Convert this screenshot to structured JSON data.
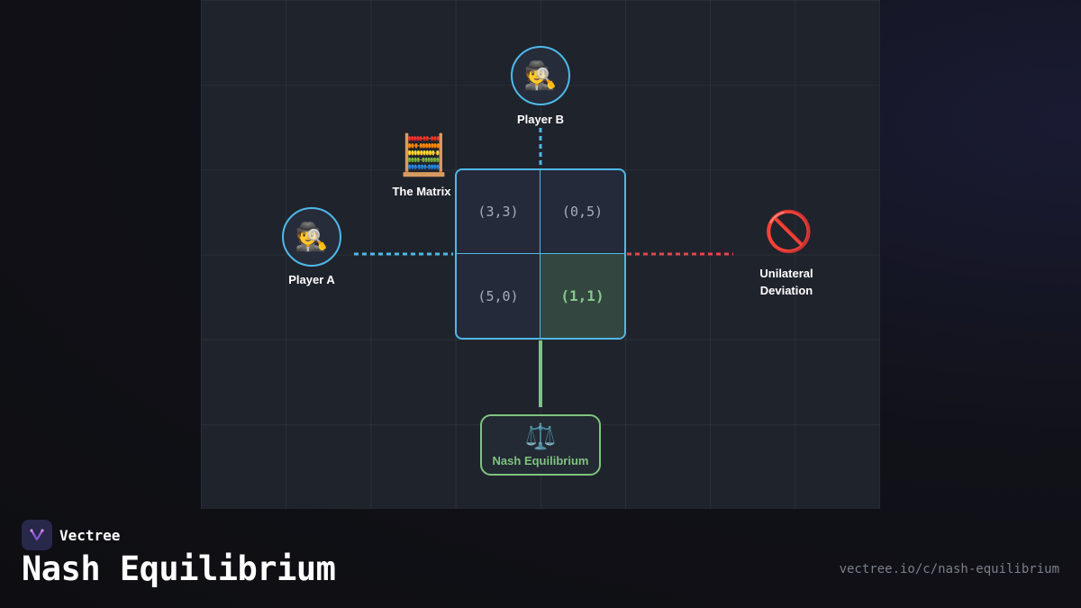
{
  "diagram": {
    "player_b": {
      "label": "Player B",
      "icon": "detective-icon",
      "glyph": "🕵️"
    },
    "player_a": {
      "label": "Player A",
      "icon": "detective-icon",
      "glyph": "🕵️"
    },
    "matrix_label": {
      "label": "The Matrix",
      "icon": "abacus-icon",
      "glyph": "🧮"
    },
    "deviation": {
      "label_line1": "Unilateral",
      "label_line2": "Deviation",
      "icon": "prohibited-icon",
      "glyph": "🚫"
    },
    "payoff_matrix": {
      "cells": [
        {
          "value": "(3,3)"
        },
        {
          "value": "(0,5)"
        },
        {
          "value": "(5,0)"
        },
        {
          "value": "(1,1)",
          "highlighted": true
        }
      ]
    },
    "nash": {
      "label": "Nash Equilibrium",
      "icon": "balance-scale-icon",
      "glyph": "⚖️"
    },
    "colors": {
      "player_link": "#4fb8e8",
      "deviation_link": "#e04848",
      "equilibrium": "#7fc47f"
    }
  },
  "footer": {
    "brand": "Vectree",
    "brand_icon": "vectree-logo-icon",
    "title": "Nash Equilibrium",
    "url": "vectree.io/c/nash-equilibrium"
  }
}
